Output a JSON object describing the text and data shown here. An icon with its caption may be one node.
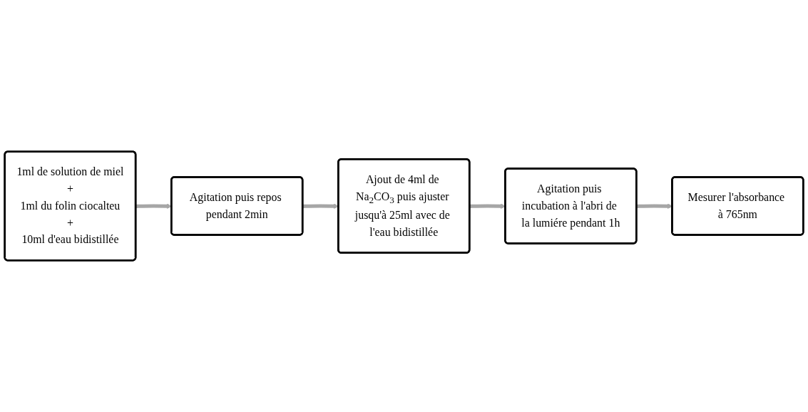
{
  "diagram": {
    "nodes": [
      {
        "text": [
          "1ml de solution de miel",
          "+",
          "1ml du folin ciocalteu",
          "+",
          "10ml d'eau bidistillée"
        ]
      },
      {
        "text": [
          "Agitation puis repos pendant 2min"
        ]
      },
      {
        "text": [
          "Ajout de 4ml de Na$_{2}$CO$_{3}$ puis ajuster jusqu'à 25ml avec de l'eau bidistillée"
        ]
      },
      {
        "text": [
          "Agitation puis incubation à l'abri de la lumiére pendant 1h"
        ]
      },
      {
        "text": [
          "Mesurer l'absorbance à 765nm"
        ]
      }
    ],
    "edges": [
      {
        "from": 0,
        "to": 1,
        "arrow": "to"
      },
      {
        "from": 1,
        "to": 2,
        "arrow": "to"
      },
      {
        "from": 2,
        "to": 3,
        "arrow": "to"
      },
      {
        "from": 3,
        "to": 4,
        "arrow": "to"
      }
    ]
  }
}
